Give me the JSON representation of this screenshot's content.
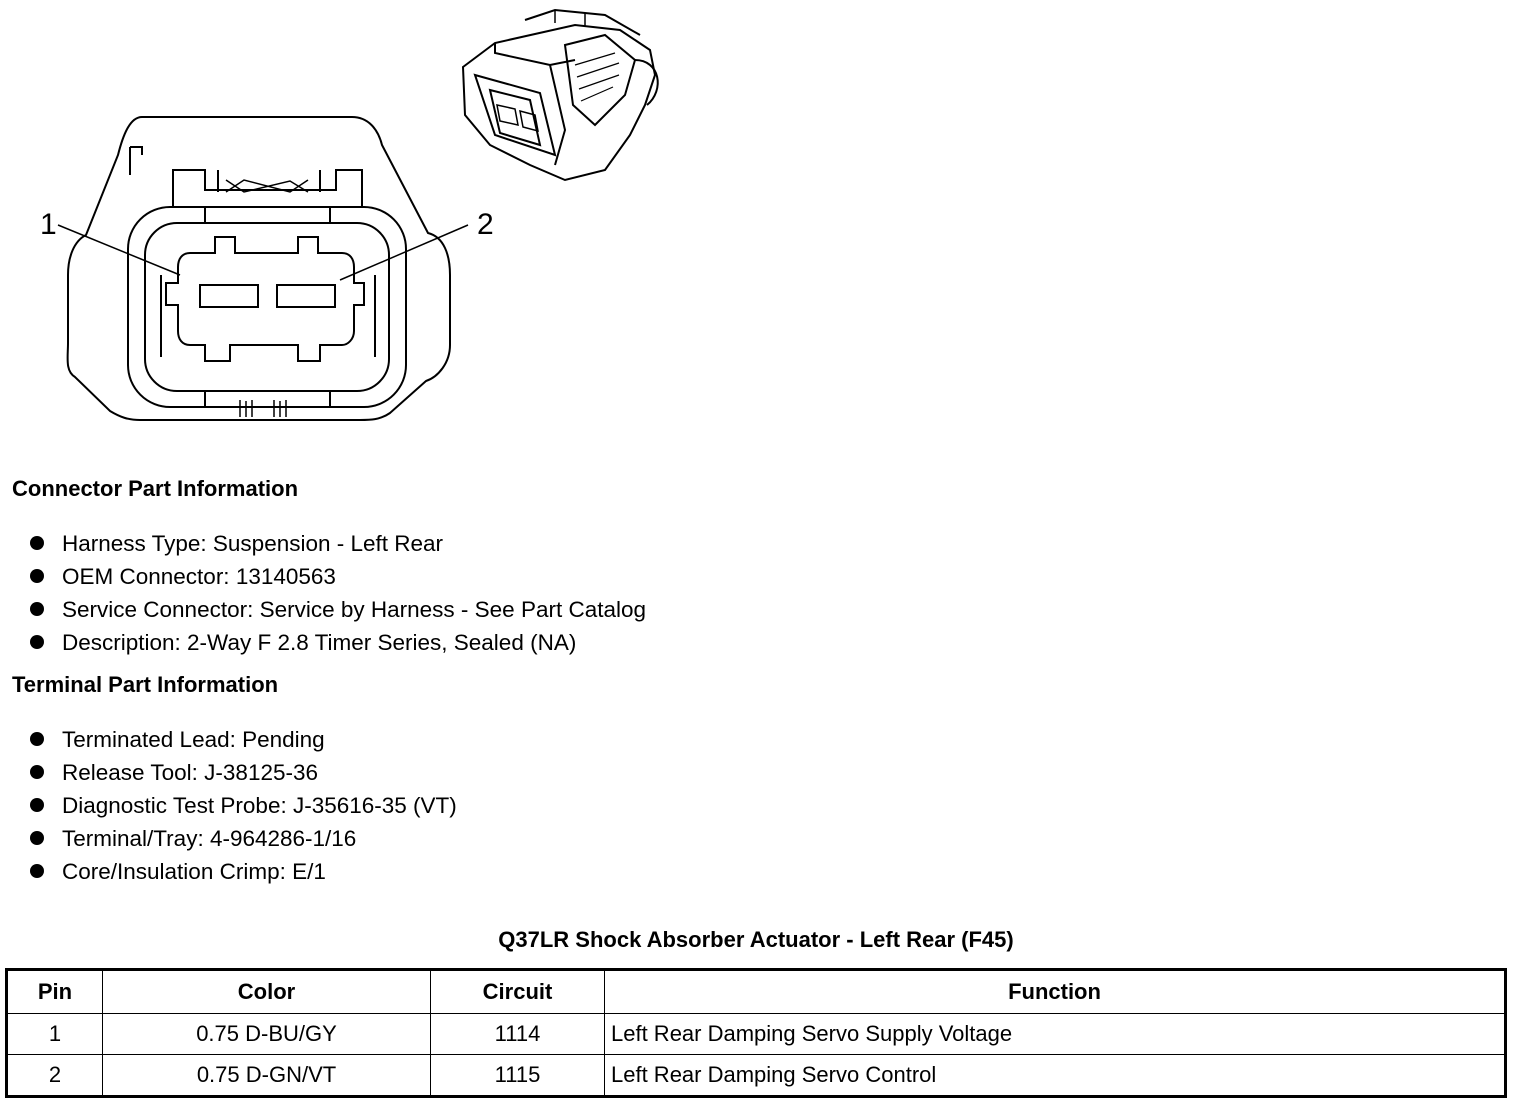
{
  "pin_labels": {
    "pin1": "1",
    "pin2": "2"
  },
  "connector_info": {
    "title": "Connector Part Information",
    "items": [
      "Harness Type: Suspension - Left Rear",
      "OEM Connector: 13140563",
      "Service Connector: Service by Harness - See Part Catalog",
      "Description: 2-Way F 2.8 Timer Series, Sealed (NA)"
    ]
  },
  "terminal_info": {
    "title": "Terminal Part Information",
    "items": [
      "Terminated Lead: Pending",
      "Release Tool: J-38125-36",
      "Diagnostic Test Probe: J-35616-35 (VT)",
      "Terminal/Tray: 4-964286-1/16",
      "Core/Insulation Crimp: E/1"
    ]
  },
  "table": {
    "title": "Q37LR Shock Absorber Actuator - Left Rear (F45)",
    "headers": {
      "pin": "Pin",
      "color": "Color",
      "circuit": "Circuit",
      "function": "Function"
    },
    "rows": [
      {
        "pin": "1",
        "color": "0.75 D-BU/GY",
        "circuit": "1114",
        "function": "Left Rear Damping Servo Supply Voltage"
      },
      {
        "pin": "2",
        "color": "0.75 D-GN/VT",
        "circuit": "1115",
        "function": "Left Rear Damping Servo Control"
      }
    ]
  }
}
